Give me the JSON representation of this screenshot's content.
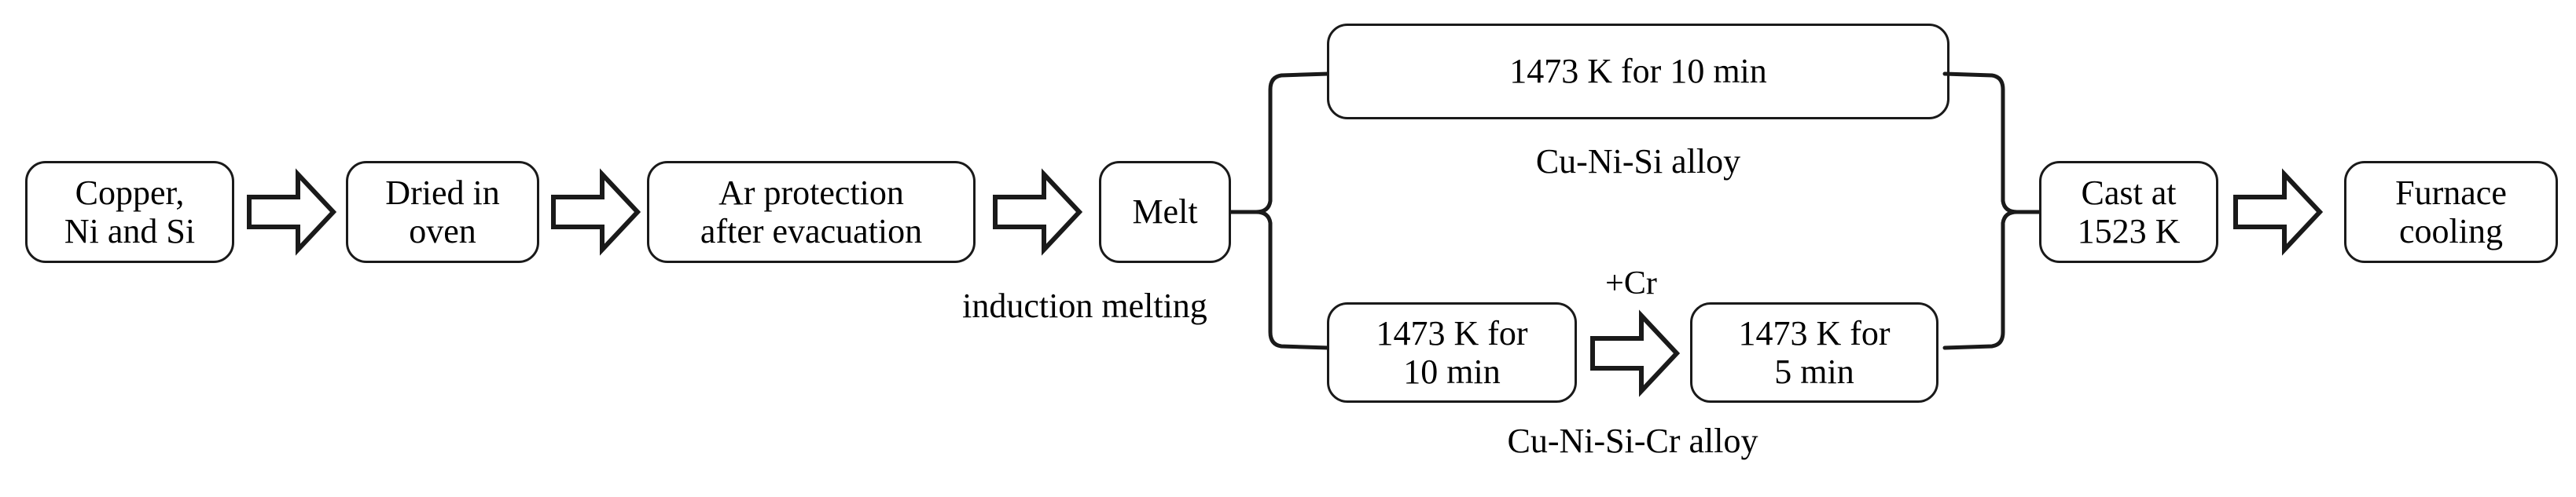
{
  "diagram": {
    "title_text": "",
    "stroke_color": "#1a1a1a",
    "background_color": "#ffffff",
    "nodes": {
      "raw_materials": {
        "line1": "Copper,",
        "line2": "Ni and Si"
      },
      "drying": {
        "line1": "Dried in",
        "line2": "oven"
      },
      "ar_protection": {
        "line1": "Ar protection",
        "line2": "after evacuation"
      },
      "melt": {
        "line1": "Melt"
      },
      "top_hold": {
        "line1": "1473 K for 10 min"
      },
      "bottom_hold_first": {
        "line1": "1473 K for",
        "line2": "10 min"
      },
      "bottom_hold_second": {
        "line1": "1473 K for",
        "line2": "5 min"
      },
      "casting": {
        "line1": "Cast at",
        "line2": "1523 K"
      },
      "furnace_cooling": {
        "line1": "Furnace",
        "line2": "cooling"
      }
    },
    "captions": {
      "induction_melting": "induction melting",
      "cu_ni_si_alloy": "Cu-Ni-Si alloy",
      "cu_ni_si_cr_alloy": "Cu-Ni-Si-Cr alloy",
      "chromium_addition": "+Cr"
    }
  }
}
